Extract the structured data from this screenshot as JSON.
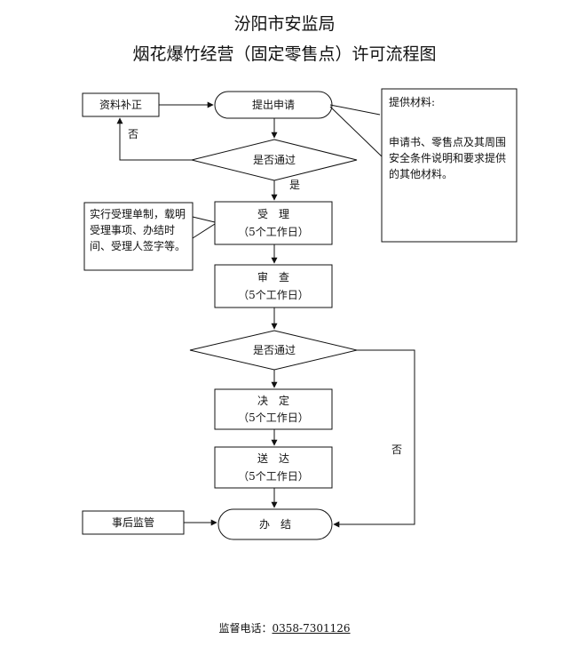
{
  "title": {
    "line1": "汾阳市安监局",
    "line2": "烟花爆竹经营（固定零售点）许可流程图"
  },
  "nodes": {
    "supplement": "资料补正",
    "apply": "提出申请",
    "check1": "是否通过",
    "accept": {
      "name": "受　理",
      "days": "（5个工作日）"
    },
    "review": {
      "name": "审　查",
      "days": "（5个工作日）"
    },
    "check2": "是否通过",
    "decide": {
      "name": "决　定",
      "days": "（5个工作日）"
    },
    "deliver": {
      "name": "送　达",
      "days": "（5个工作日）"
    },
    "finish": "办　结",
    "supervise": "事后监管"
  },
  "materials": {
    "heading": "提供材料:",
    "body": "申请书、零售点及其周围安全条件说明和要求提供的其他材料。"
  },
  "accept_note": "实行受理单制，载明受理事项、办结时间、受理人签字等。",
  "edges": {
    "no1": "否",
    "yes1": "是",
    "no2": "否"
  },
  "footer": {
    "label": "监督电话：",
    "phone": "0358-7301126"
  }
}
